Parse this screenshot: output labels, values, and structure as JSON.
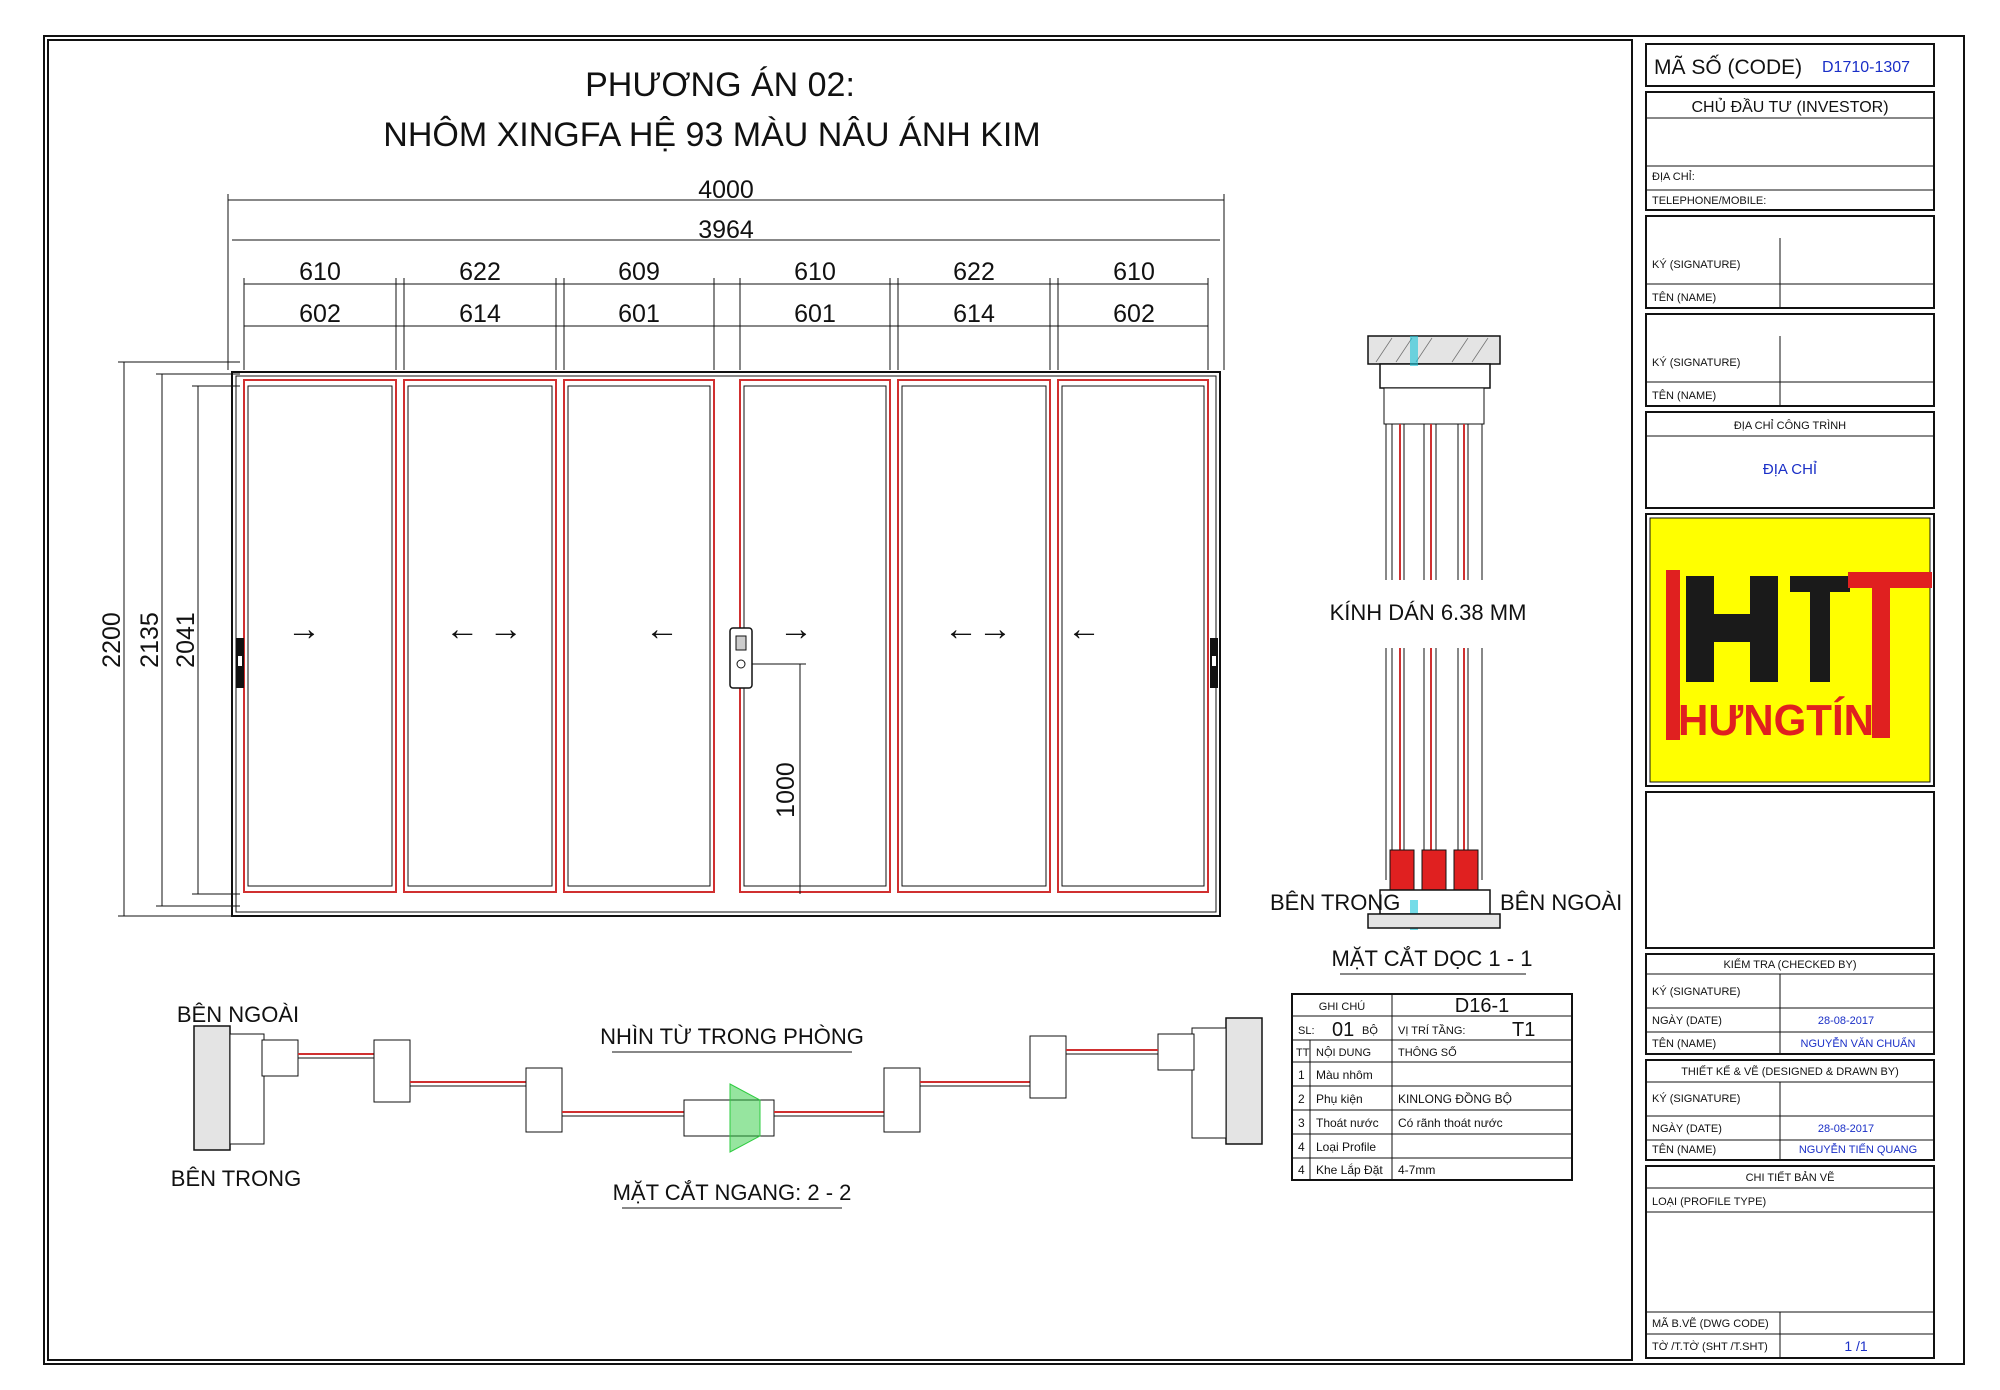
{
  "title": {
    "line1": "PHƯƠNG ÁN 02:",
    "line2": "NHÔM  XINGFA HỆ 93 MÀU NÂU ÁNH KIM"
  },
  "dimensions": {
    "overall_width": "4000",
    "inner_width": "3964",
    "panel_outer": [
      "610",
      "622",
      "609",
      "610",
      "622",
      "610"
    ],
    "panel_inner": [
      "602",
      "614",
      "601",
      "601",
      "614",
      "602"
    ],
    "height_total": "2200",
    "height_frame": "2135",
    "height_panel": "2041",
    "handle_height": "1000"
  },
  "panel_arrows": [
    "→",
    "←  →",
    "←",
    "→",
    "←→",
    "←"
  ],
  "section_vertical": {
    "glass_label": "KÍNH DÁN 6.38 MM",
    "inside_label": "BÊN TRONG",
    "outside_label": "BÊN NGOÀI",
    "caption": "MẶT CẮT DỌC 1 - 1"
  },
  "section_horizontal": {
    "outside_label": "BÊN NGOÀI",
    "inside_label": "BÊN TRONG",
    "view_label": "NHÌN TỪ TRONG PHÒNG",
    "caption": "MẶT CẮT NGANG: 2 - 2"
  },
  "spec_table": {
    "ghi_chu_label": "GHI CHÚ",
    "code": "D16-1",
    "sl_label": "SL:",
    "sl_value": "01",
    "sl_unit": "BỘ",
    "floor_label": "VỊ TRÍ TẦNG:",
    "floor_value": "T1",
    "head_tt": "TT",
    "head_content": "NỘI DUNG",
    "head_spec": "THÔNG SỐ",
    "rows": [
      {
        "tt": "1",
        "item": "Màu nhôm",
        "value": ""
      },
      {
        "tt": "2",
        "item": "Phụ kiện",
        "value": "KINLONG ĐỒNG BỘ"
      },
      {
        "tt": "3",
        "item": "Thoát nước",
        "value": "Có rãnh thoát nước"
      },
      {
        "tt": "4",
        "item": "Loại Profile",
        "value": ""
      },
      {
        "tt": "4",
        "item": "Khe Lắp Đặt",
        "value": "4-7mm"
      }
    ]
  },
  "title_block": {
    "code_label": "MÃ SỐ (CODE)",
    "code_value": "D1710-1307",
    "investor_label": "CHỦ ĐẦU TƯ (INVESTOR)",
    "address_label": "ĐỊA CHỈ:",
    "phone_label": "TELEPHONE/MOBILE:",
    "sig_label": "KÝ (SIGNATURE)",
    "name_label": "TÊN (NAME)",
    "site_label": "ĐỊA CHỈ CÔNG TRÌNH",
    "site_value": "ĐỊA CHỈ",
    "logo_text": "HƯNGTÍN",
    "checked_label": "KIỂM TRA (CHECKED BY)",
    "date_label": "NGÀY (DATE)",
    "checked_date": "28-08-2017",
    "checked_name": "NGUYỄN VĂN CHUẨN",
    "designed_label": "THIẾT KẾ & VẼ (DESIGNED & DRAWN BY)",
    "designed_date": "28-08-2017",
    "designed_name": "NGUYỄN TIẾN QUANG",
    "detail_label": "CHI TIẾT BẢN VẼ",
    "profile_label": "LOẠI (PROFILE TYPE)",
    "dwg_label": "MÃ B.VẼ (DWG CODE)",
    "sheet_label": "TỜ /T.TỜ (SHT /T.SHT)",
    "sheet_value": "1 /1"
  },
  "colors": {
    "frame_red": "#d03030",
    "logo_yellow": "#ffff00",
    "logo_red": "#e02020",
    "logo_black": "#1a1a1a",
    "blue_text": "#1a2fc7",
    "glass_cyan": "#19c4d8",
    "hardware_green": "#2ecc40"
  }
}
